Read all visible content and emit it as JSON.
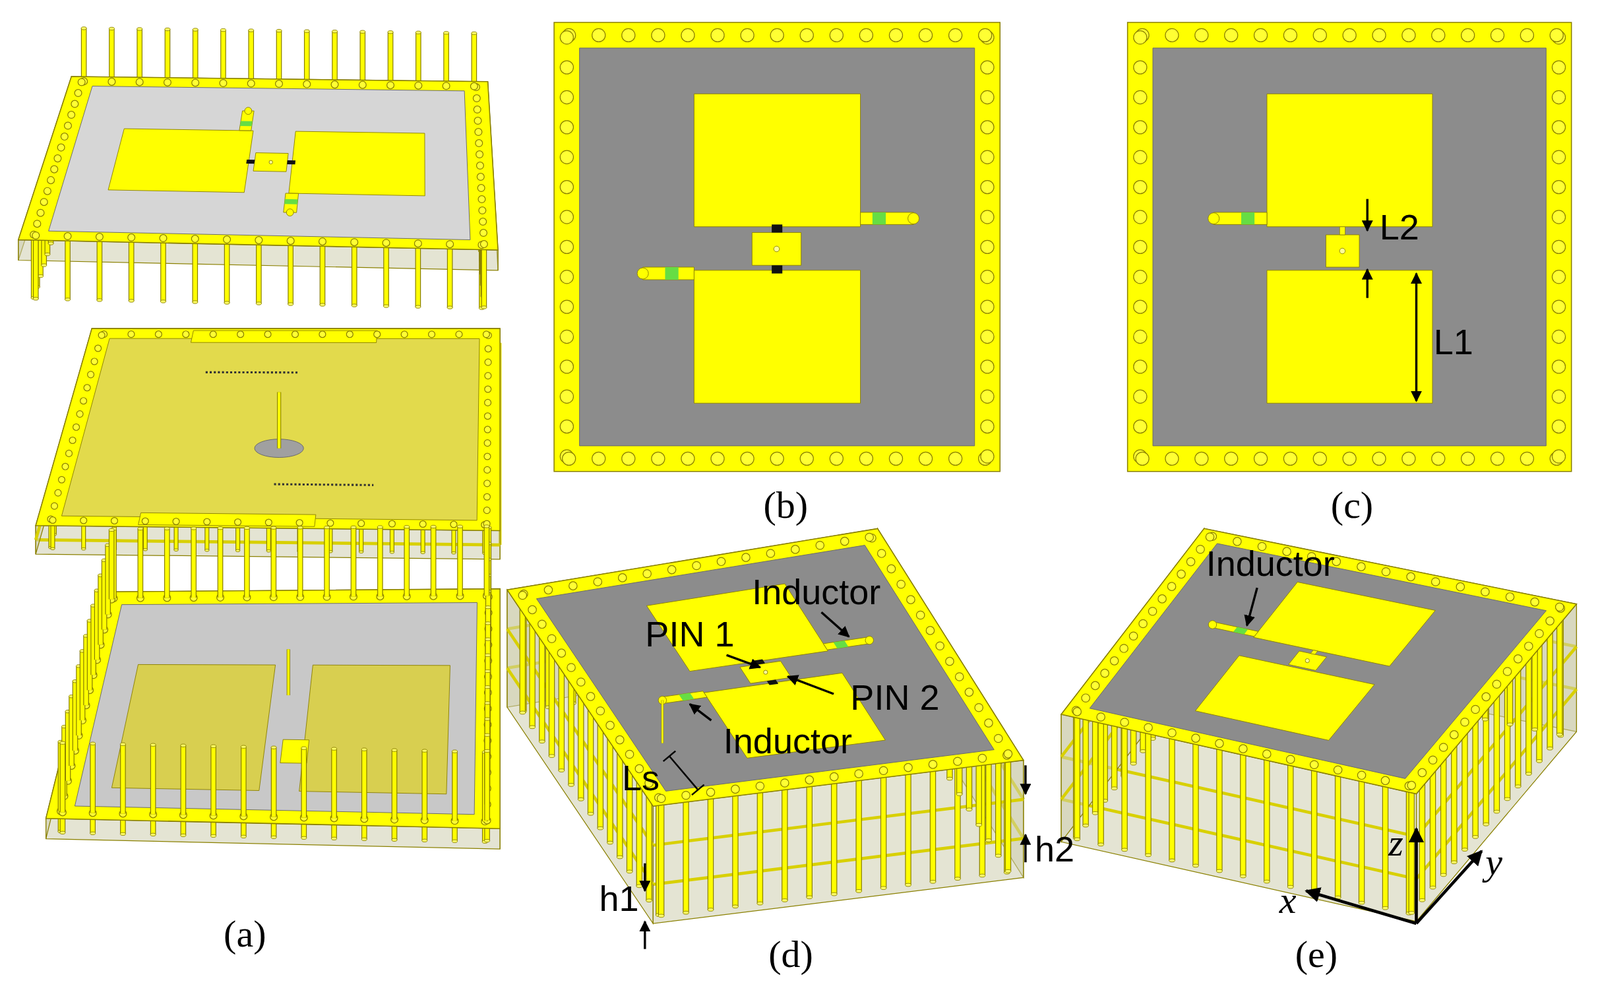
{
  "diagram": {
    "labels": [
      "(a)",
      "(b)",
      "(c)",
      "L2",
      "L1",
      "Inductor",
      "PIN 1",
      "PIN 2",
      "Inductor",
      "Ls",
      "h2",
      "h1",
      "(d)",
      "Inductor",
      "z",
      "y",
      "x",
      "(e)"
    ]
  }
}
